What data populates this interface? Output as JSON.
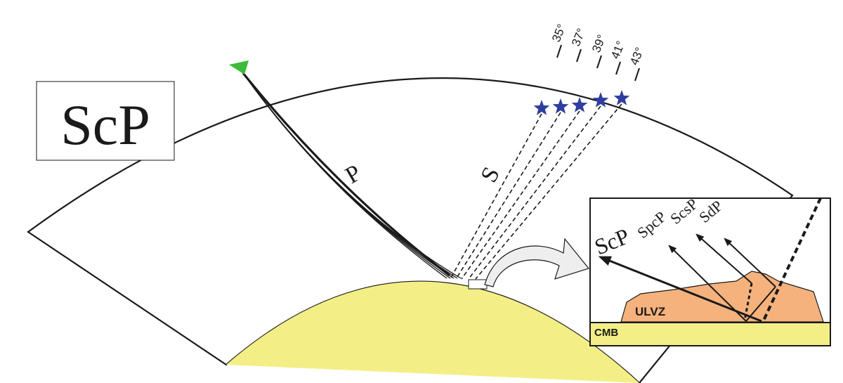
{
  "title": "ScP",
  "ray_labels": {
    "p_wave": "P",
    "s_wave": "S"
  },
  "distance_ticks": [
    "35°",
    "37°",
    "39°",
    "41°",
    "43°"
  ],
  "inset": {
    "phases": [
      "ScP",
      "SpcP",
      "ScsP",
      "SdP"
    ],
    "ulvz_label": "ULVZ",
    "cmb_label": "CMB"
  },
  "colors": {
    "core": "#f3ef86",
    "ulvz": "#f6b27c",
    "station": "#3dbb3a",
    "event": "#2f3e9e",
    "stroke": "#1a1a1a",
    "arrow_fill": "#eeeeee"
  },
  "icons": {
    "station": "inverted-triangle",
    "event": "star"
  }
}
